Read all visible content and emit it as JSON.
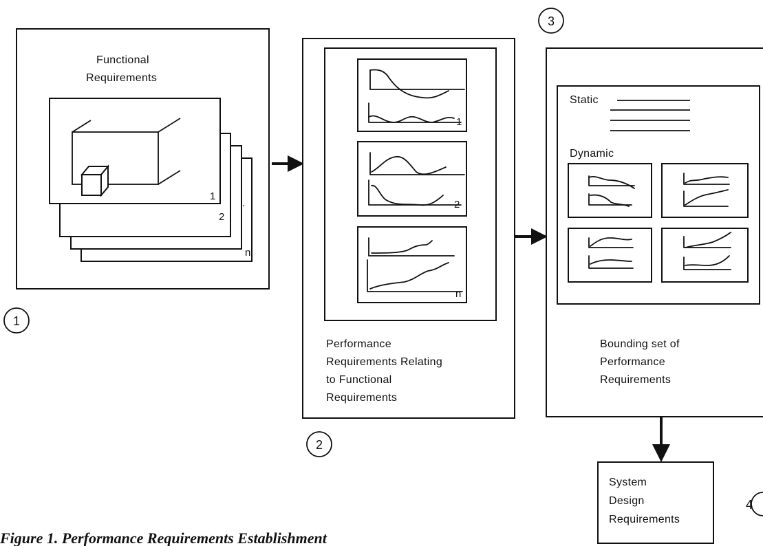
{
  "stage1": {
    "number": "1",
    "title_line1": "Functional",
    "title_line2": "Requirements",
    "sheet_labels": [
      "1",
      "2",
      "n"
    ]
  },
  "stage2": {
    "number": "2",
    "chart_labels": [
      "1",
      "2",
      "n"
    ],
    "text_lines": [
      "Performance",
      "Requirements Relating",
      "to Functional",
      "Requirements"
    ]
  },
  "stage3": {
    "number": "3",
    "static_label": "Static",
    "dynamic_label": "Dynamic",
    "text_lines": [
      "Bounding set of",
      "Performance",
      "Requirements"
    ]
  },
  "stage4": {
    "number": "4",
    "text_lines": [
      "System",
      "Design",
      "Requirements"
    ]
  },
  "caption": "Figure 1. Performance Requirements Establishment"
}
